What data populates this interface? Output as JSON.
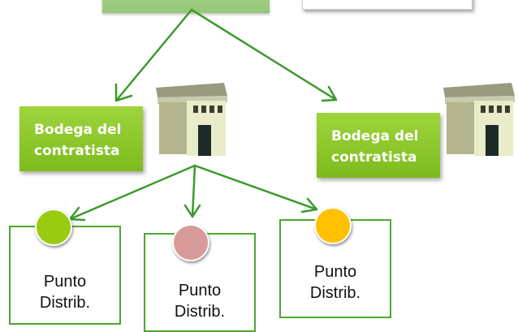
{
  "warehouses": [
    {
      "line1": "Bodega del",
      "line2": "contratista"
    },
    {
      "line1": "Bodega del",
      "line2": "contratista"
    }
  ],
  "distribution_points": [
    {
      "line1": "Punto",
      "line2": "Distrib.",
      "dot_color": "#99cc11"
    },
    {
      "line1": "Punto",
      "line2": "Distrib.",
      "dot_color": "#d99a9a"
    },
    {
      "line1": "Punto",
      "line2": "Distrib.",
      "dot_color": "#ffc000"
    }
  ],
  "colors": {
    "arrow": "#3b9a2b",
    "warehouse_box": "#8cc82a",
    "dist_border": "#4ea72e"
  }
}
